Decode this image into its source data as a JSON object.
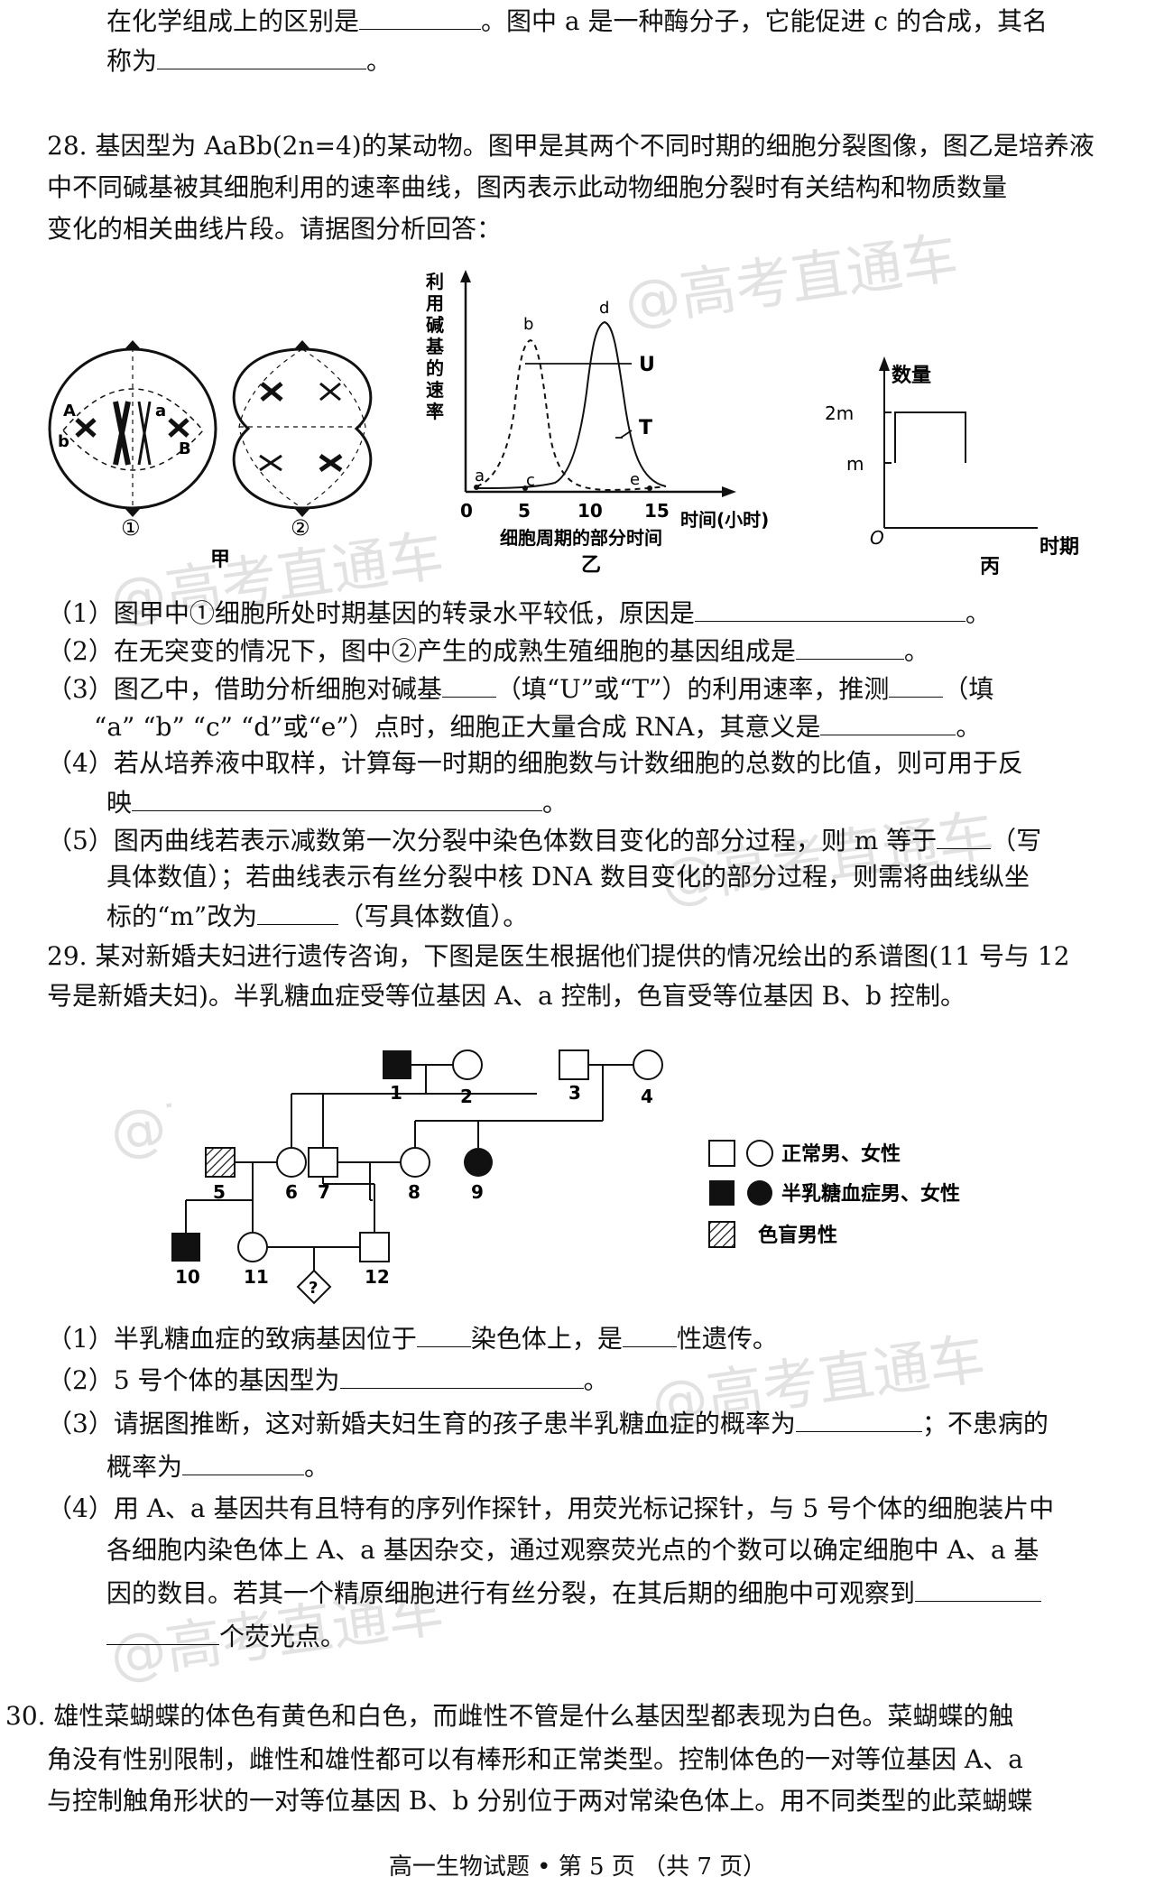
{
  "watermark": "@高考直通车",
  "q27_tail": {
    "l1a": "在化学组成上的区别是",
    "l1b": "。图中 a 是一种酶分子，它能促进 c 的合成，其名",
    "l2a": "称为",
    "l2b": "。"
  },
  "q28": {
    "line1": "28. 基因型为 AaBb(2n=4)的某动物。图甲是其两个不同时期的细胞分裂图像，图乙是培养液",
    "line2": "中不同碱基被其细胞利用的速率曲线，图丙表示此动物细胞分裂时有关结构和物质数量",
    "line3": "变化的相关曲线片段。请据图分析回答：",
    "fig_jia": {
      "label": "甲",
      "cell1": "①",
      "cell2": "②",
      "gene_A": "A",
      "gene_a": "a",
      "gene_b": "b",
      "gene_B": "B"
    },
    "fig_yi": {
      "ylabel": [
        "利",
        "用",
        "碱",
        "基",
        "的",
        "速",
        "率"
      ],
      "xticks": [
        "0",
        "5",
        "10",
        "15"
      ],
      "xunit": "时间(小时)",
      "xlabel": "细胞周期的部分时间",
      "label": "乙",
      "curve_U": "U",
      "curve_T": "T",
      "points": [
        "a",
        "b",
        "c",
        "d",
        "e"
      ]
    },
    "fig_bing": {
      "ylabel": "数量",
      "ytick_2m": "2m",
      "ytick_m": "m",
      "origin": "O",
      "xlabel": "时期",
      "label": "丙"
    },
    "s1a": "（1）图甲中①细胞所处时期基因的转录水平较低，原因是",
    "s1b": "。",
    "s2a": "（2）在无突变的情况下，图中②产生的成熟生殖细胞的基因组成是",
    "s2b": "。",
    "s3a": "（3）图乙中，借助分析细胞对碱基",
    "s3b": "（填“U”或“T”）的利用速率，推测",
    "s3c": "（填",
    "s3d": "“a” “b” “c” “d”或“e”）点时，细胞正大量合成 RNA，其意义是",
    "s3e": "。",
    "s4a": "（4）若从培养液中取样，计算每一时期的细胞数与计数细胞的总数的比值，则可用于反",
    "s4b": "映",
    "s4c": "。",
    "s5a": "（5）图丙曲线若表示减数第一次分裂中染色体数目变化的部分过程，则 m 等于",
    "s5b": "（写",
    "s5c": "具体数值）；若曲线表示有丝分裂中核 DNA 数目变化的部分过程，则需将曲线纵坐",
    "s5d": "标的“m”改为",
    "s5e": "（写具体数值）。"
  },
  "q29": {
    "line1": "29. 某对新婚夫妇进行遗传咨询，下图是医生根据他们提供的情况绘出的系谱图(11 号与 12",
    "line2": "号是新婚夫妇)。半乳糖血症受等位基因 A、a 控制，色盲受等位基因 B、b 控制。",
    "pedigree": {
      "ids": [
        "1",
        "2",
        "3",
        "4",
        "5",
        "6",
        "7",
        "8",
        "9",
        "10",
        "11",
        "12"
      ],
      "unknown": "?",
      "legend_normal": "正常男、女性",
      "legend_gal": "半乳糖血症男、女性",
      "legend_cb": "色盲男性"
    },
    "s1a": "（1）半乳糖血症的致病基因位于",
    "s1b": "染色体上，是",
    "s1c": "性遗传。",
    "s2a": "（2）5 号个体的基因型为",
    "s2b": "。",
    "s3a": "（3）请据图推断，这对新婚夫妇生育的孩子患半乳糖血症的概率为",
    "s3b": "；不患病的",
    "s3c": "概率为",
    "s3d": "。",
    "s4a": "（4）用 A、a 基因共有且特有的序列作探针，用荧光标记探针，与 5 号个体的细胞装片中",
    "s4b": "各细胞内染色体上 A、a 基因杂交，通过观察荧光点的个数可以确定细胞中 A、a 基",
    "s4c": "因的数目。若其一个精原细胞进行有丝分裂，在其后期的细胞中可观察到",
    "s4d": "个荧光点。"
  },
  "q30": {
    "line1": "30. 雄性菜蝴蝶的体色有黄色和白色，而雌性不管是什么基因型都表现为白色。菜蝴蝶的触",
    "line2": "角没有性别限制，雌性和雄性都可以有棒形和正常类型。控制体色的一对等位基因 A、a",
    "line3": "与控制触角形状的一对等位基因 B、b 分别位于两对常染色体上。用不同类型的此菜蝴蝶"
  },
  "footer": "高一生物试题 • 第 5 页 （共 7 页）"
}
